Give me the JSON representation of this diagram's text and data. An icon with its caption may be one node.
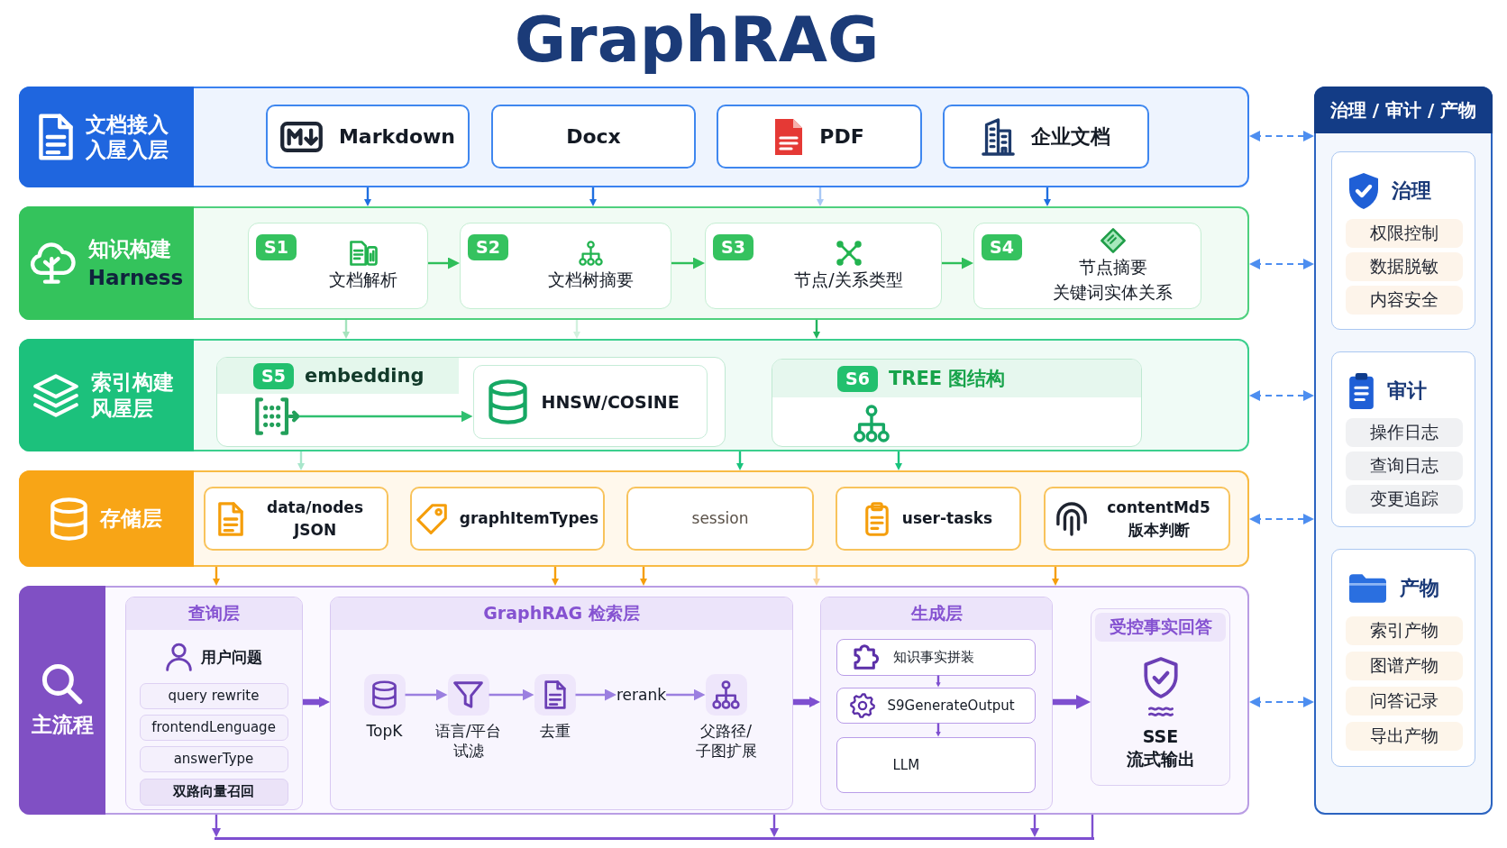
{
  "diagram": {
    "title": "GraphRAG",
    "nodes": [
      {
        "text": [
          "文档接入入屋入层"
        ]
      },
      {
        "text": [
          "Markdown"
        ],
        "in": 0
      },
      {
        "text": [
          "Docx"
        ],
        "in": 0
      },
      {
        "text": [
          "PDF"
        ],
        "in": 0
      },
      {
        "text": [
          "企业文档"
        ],
        "in": 0
      },
      {
        "text": [
          "知识构建",
          "Harness"
        ]
      },
      {
        "text": [
          "S1",
          "文档解析"
        ],
        "in": 5
      },
      {
        "text": [
          "S2",
          "文档树摘要"
        ],
        "in": 5
      },
      {
        "text": [
          "S3",
          "节点/关系类型"
        ],
        "in": 5
      },
      {
        "text": [
          "S4",
          "节点摘要",
          "关键词实体关系"
        ],
        "in": 5
      },
      {
        "text": [
          "索引构建风屋层"
        ]
      },
      {
        "text": [
          "S5",
          "embedding"
        ],
        "in": 10
      },
      {
        "text": [],
        "shape": "picture",
        "in": 11
      },
      {
        "text": [
          "HNSW/COSINE"
        ],
        "in": 11
      },
      {
        "text": [
          "S6",
          "TREE 图结构"
        ],
        "in": 10
      },
      {
        "text": [
          "存储层"
        ]
      },
      {
        "text": [
          "data/nodes JSON"
        ],
        "in": 15
      },
      {
        "text": [
          "graphItemTypes"
        ],
        "in": 15
      },
      {
        "text": [
          "session"
        ],
        "in": 15
      },
      {
        "text": [
          "user-tasks"
        ],
        "in": 15
      },
      {
        "text": [
          "contentMd5 版本判断"
        ],
        "in": 15
      },
      {
        "text": [
          "主流程"
        ]
      },
      {
        "text": [
          "查询层",
          "用户问题"
        ],
        "in": 21
      },
      {
        "text": [
          "query rewrite"
        ],
        "in": 22
      },
      {
        "text": [
          "frontendLenguage"
        ],
        "in": 22
      },
      {
        "text": [
          "answerType"
        ],
        "in": 22
      },
      {
        "text": [
          "双路向量召回"
        ],
        "in": 22
      },
      {
        "text": [
          "GraphRAG 检索层"
        ],
        "in": 21
      },
      {
        "text": [],
        "shape": "picture",
        "beside": [
          "TopK"
        ],
        "in": 27
      },
      {
        "text": [],
        "shape": "picture",
        "beside": [
          "语言/平台试滤"
        ],
        "in": 27
      },
      {
        "text": [],
        "shape": "picture",
        "beside": [
          "去重"
        ],
        "in": 27
      },
      {
        "text": [
          "rerank"
        ],
        "in": 27
      },
      {
        "text": [],
        "shape": "picture",
        "beside": [
          "父路径/子图扩展"
        ],
        "in": 27
      },
      {
        "text": [
          "生成层"
        ],
        "in": 21
      },
      {
        "text": [
          "知识事实拼装"
        ],
        "in": 33
      },
      {
        "text": [
          "S9GenerateOutput"
        ],
        "in": 33
      },
      {
        "text": [
          "LLM"
        ],
        "in": 33
      },
      {
        "text": [
          "受控事实回答",
          "SSE 流式输出"
        ],
        "in": 21
      },
      {
        "text": [
          "治理 / 审计 / 产物"
        ]
      },
      {
        "text": [
          "治理"
        ],
        "in": 38
      },
      {
        "text": [
          "权限控制"
        ],
        "in": 39
      },
      {
        "text": [
          "数据脱敏"
        ],
        "in": 39
      },
      {
        "text": [
          "内容安全"
        ],
        "in": 39
      },
      {
        "text": [
          "审计"
        ],
        "in": 38
      },
      {
        "text": [
          "操作日志"
        ],
        "in": 43
      },
      {
        "text": [
          "查询日志"
        ],
        "in": 43
      },
      {
        "text": [
          "变更追踪"
        ],
        "in": 43
      },
      {
        "text": [
          "产物"
        ],
        "in": 38
      },
      {
        "text": [
          "索引产物"
        ],
        "in": 47
      },
      {
        "text": [
          "图谱产物"
        ],
        "in": 47
      },
      {
        "text": [
          "问答记录"
        ],
        "in": 47
      },
      {
        "text": [
          "导出产物"
        ],
        "in": 47
      },
      {
        "text": [],
        "shape": "bar"
      }
    ],
    "edges": [
      {
        "from": 0,
        "to": 5,
        "arrow": "to",
        "color": "#1f6fe0"
      },
      {
        "from": 0,
        "to": 5,
        "arrow": "to",
        "color": "#1f6fe0"
      },
      {
        "from": 0,
        "to": 5,
        "arrow": "to",
        "color": "#a9c8f5"
      },
      {
        "from": 0,
        "to": 5,
        "arrow": "to",
        "color": "#1f6fe0"
      },
      {
        "from": 6,
        "to": 7,
        "arrow": "to",
        "color": "#2fbf5a"
      },
      {
        "from": 7,
        "to": 8,
        "arrow": "to",
        "color": "#2fbf5a"
      },
      {
        "from": 8,
        "to": 9,
        "arrow": "to",
        "color": "#2fbf5a"
      },
      {
        "from": 5,
        "to": 10,
        "arrow": "to",
        "color": "#a5e3bd"
      },
      {
        "from": 5,
        "to": 10,
        "arrow": "to",
        "color": "#d2f1de"
      },
      {
        "from": 5,
        "to": 10,
        "arrow": "to",
        "color": "#22b35e"
      },
      {
        "from": 12,
        "to": 13,
        "arrow": "to",
        "color": "#2fbf6f"
      },
      {
        "from": 10,
        "to": 15,
        "arrow": "to",
        "color": "#a8e6cb"
      },
      {
        "from": 10,
        "to": 15,
        "arrow": "to",
        "color": "#19c37d"
      },
      {
        "from": 10,
        "to": 15,
        "arrow": "to",
        "color": "#19c37d"
      },
      {
        "from": 15,
        "to": 21,
        "arrow": "to",
        "color": "#f59e0b"
      },
      {
        "from": 15,
        "to": 21,
        "arrow": "to",
        "color": "#f59e0b"
      },
      {
        "from": 15,
        "to": 21,
        "arrow": "to",
        "color": "#f59e0b"
      },
      {
        "from": 15,
        "to": 21,
        "arrow": "to",
        "color": "#fbd69a"
      },
      {
        "from": 15,
        "to": 21,
        "arrow": "to",
        "color": "#f59e0b"
      },
      {
        "from": 22,
        "to": 27,
        "arrow": "to",
        "style": "thick",
        "color": "#7e4fd0"
      },
      {
        "from": 27,
        "to": 33,
        "arrow": "to",
        "style": "thick",
        "color": "#7e4fd0"
      },
      {
        "from": 33,
        "to": 37,
        "arrow": "to",
        "style": "thick",
        "color": "#7e4fd0"
      },
      {
        "from": 28,
        "to": 29,
        "arrow": "to",
        "color": "#9b7fe0"
      },
      {
        "from": 29,
        "to": 30,
        "arrow": "to",
        "color": "#9b7fe0"
      },
      {
        "from": 30,
        "to": 31,
        "arrow": "to",
        "color": "#9b7fe0"
      },
      {
        "from": 31,
        "to": 32,
        "arrow": "to",
        "color": "#9b7fe0"
      },
      {
        "from": 34,
        "to": 35,
        "arrow": "to",
        "color": "#7e4fd0"
      },
      {
        "from": 35,
        "to": 36,
        "arrow": "to",
        "color": "#7e4fd0"
      },
      {
        "from": 0,
        "to": 38,
        "arrow": "both",
        "style": "dashed",
        "color": "#4d8ef0"
      },
      {
        "from": 5,
        "to": 38,
        "arrow": "both",
        "style": "dashed",
        "color": "#4d8ef0"
      },
      {
        "from": 10,
        "to": 38,
        "arrow": "both",
        "style": "dashed",
        "color": "#4d8ef0"
      },
      {
        "from": 15,
        "to": 38,
        "arrow": "both",
        "style": "dashed",
        "color": "#4d8ef0"
      },
      {
        "from": 21,
        "to": 38,
        "arrow": "both",
        "style": "dashed",
        "color": "#4d8ef0"
      },
      {
        "from": 21,
        "to": 52,
        "arrow": "to",
        "color": "#7e4fd0"
      },
      {
        "from": 21,
        "to": 52,
        "arrow": "to",
        "color": "#7e4fd0"
      },
      {
        "from": 21,
        "to": 52,
        "arrow": "to",
        "color": "#7e4fd0"
      },
      {
        "from": 21,
        "to": 52,
        "arrow": "none",
        "color": "#7e4fd0"
      }
    ]
  }
}
